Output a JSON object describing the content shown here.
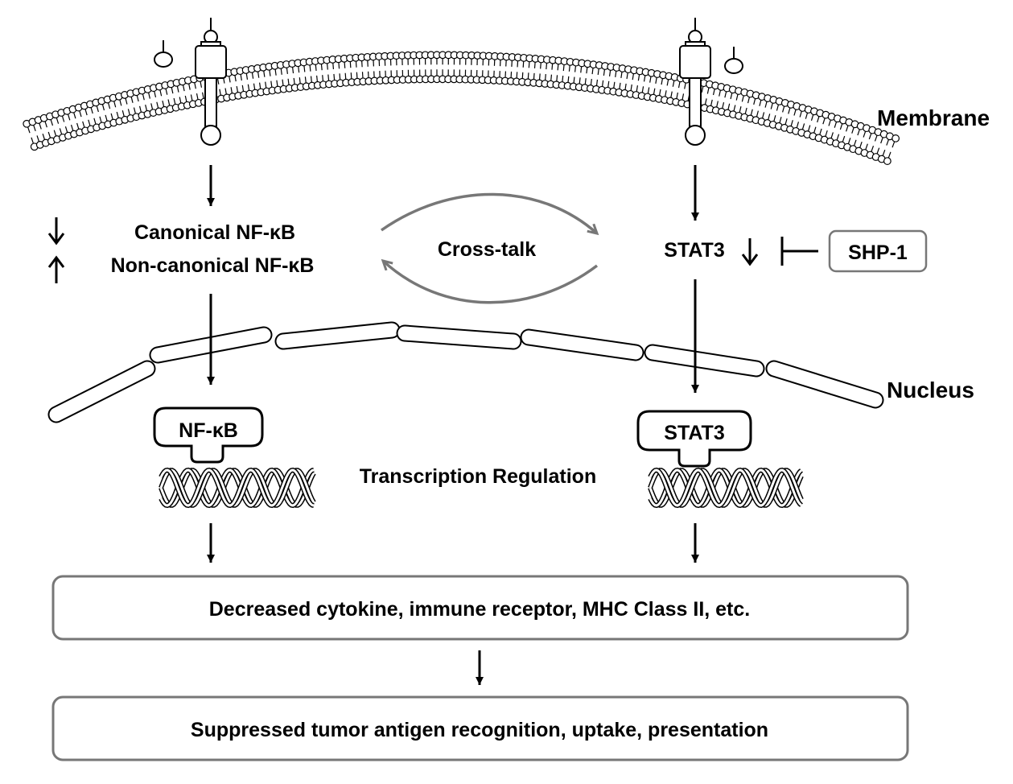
{
  "labels": {
    "membrane": "Membrane",
    "nucleus": "Nucleus",
    "crosstalk": "Cross-talk",
    "transcription": "Transcription Regulation"
  },
  "nfkb_pathway": {
    "canonical": "Canonical NF-κB",
    "canonical_trend": "down",
    "noncanonical": "Non-canonical NF-κB",
    "noncanonical_trend": "up",
    "nuclear_factor": "NF-κB"
  },
  "stat3_pathway": {
    "cytoplasmic": "STAT3",
    "cytoplasmic_trend": "down",
    "inhibitor": "SHP-1",
    "nuclear_factor": "STAT3"
  },
  "outcomes": {
    "box1": "Decreased cytokine, immune receptor, MHC Class II, etc.",
    "box2": "Suppressed tumor antigen recognition, uptake, presentation"
  },
  "colors": {
    "ink": "#000000",
    "gray": "#777777",
    "line_gray": "#555555"
  }
}
